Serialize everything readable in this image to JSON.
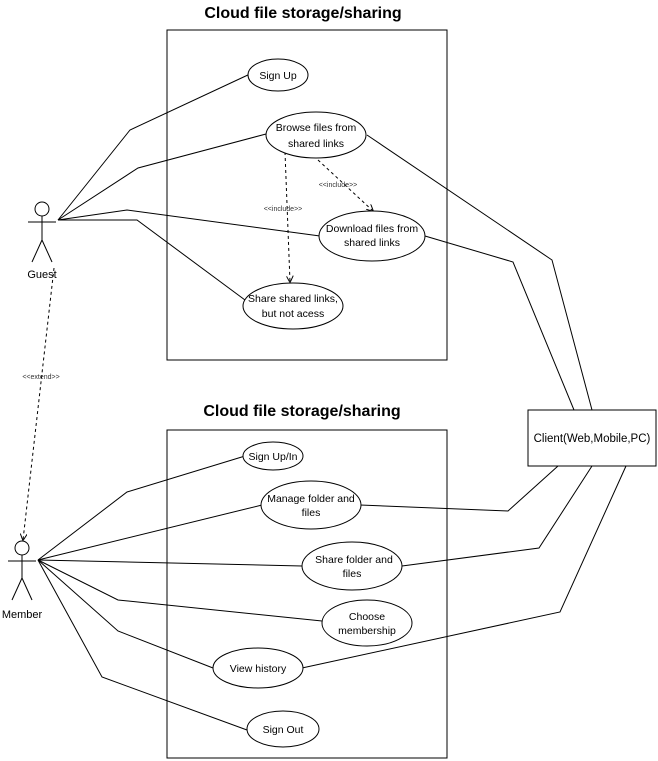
{
  "diagram": {
    "title_top": "Cloud file storage/sharing",
    "title_bottom": "Cloud file storage/sharing",
    "actors": {
      "guest": "Guest",
      "member": "Member"
    },
    "client": "Client(Web,Mobile,PC)",
    "top_use_cases": {
      "sign_up": "Sign Up",
      "browse_l1": "Browse files from",
      "browse_l2": "shared links",
      "download_l1": "Download files from",
      "download_l2": "shared links",
      "share_l1": "Share shared links,",
      "share_l2": "but not acess"
    },
    "bottom_use_cases": {
      "sign_up_in": "Sign Up/In",
      "manage_l1": "Manage folder and",
      "manage_l2": "files",
      "share_l1": "Share folder and",
      "share_l2": "files",
      "choose_l1": "Choose",
      "choose_l2": "membership",
      "history": "View history",
      "sign_out": "Sign Out"
    },
    "stereotypes": {
      "include_a": "<<include>>",
      "include_b": "<<include>>",
      "extend": "<<extend>>"
    }
  }
}
